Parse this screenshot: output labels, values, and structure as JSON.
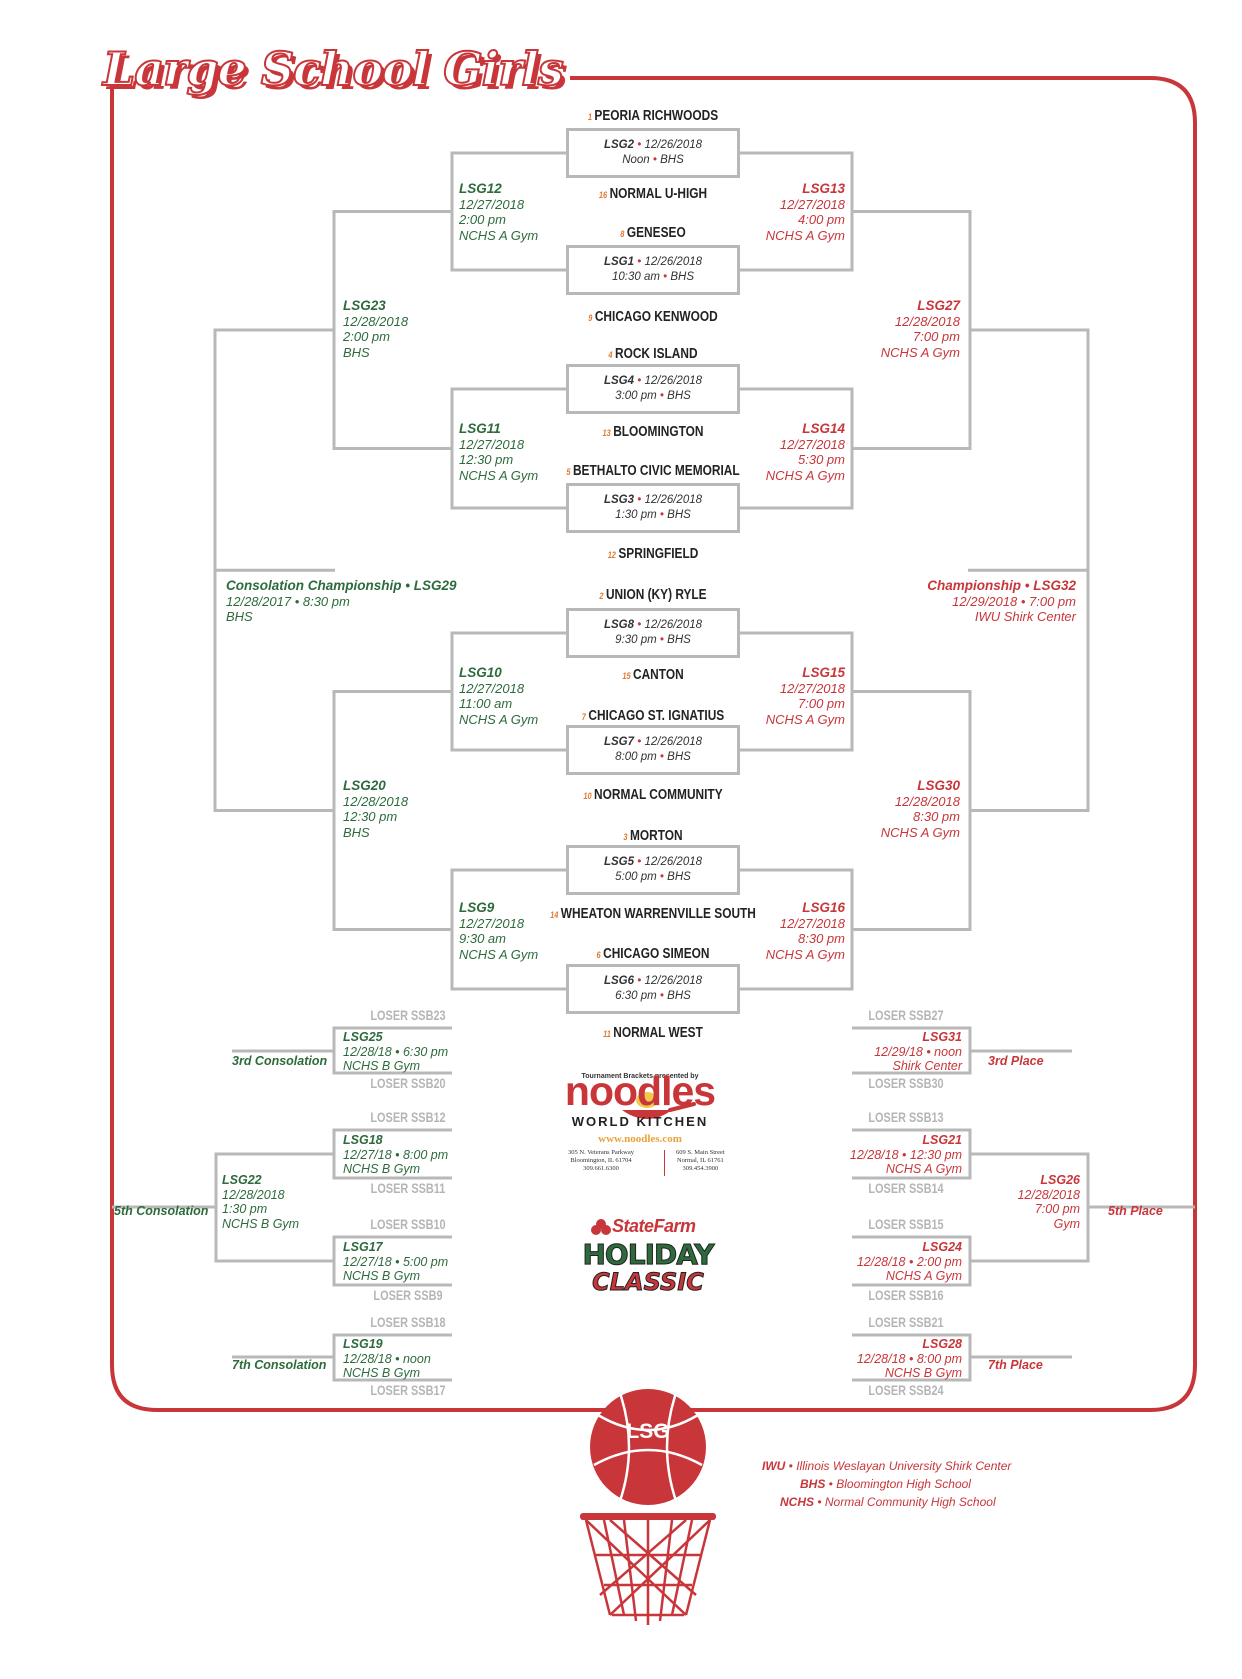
{
  "title": "Large School Girls",
  "first_round": [
    {
      "id": "LSG2",
      "date": "12/26/2018",
      "time": "Noon",
      "venue": "BHS",
      "top": {
        "seed": "1",
        "name": "PEORIA RICHWOODS"
      },
      "bottom": {
        "seed": "16",
        "name": "NORMAL U-HIGH"
      }
    },
    {
      "id": "LSG1",
      "date": "12/26/2018",
      "time": "10:30 am",
      "venue": "BHS",
      "top": {
        "seed": "8",
        "name": "GENESEO"
      },
      "bottom": {
        "seed": "9",
        "name": "CHICAGO KENWOOD"
      }
    },
    {
      "id": "LSG4",
      "date": "12/26/2018",
      "time": "3:00 pm",
      "venue": "BHS",
      "top": {
        "seed": "4",
        "name": "ROCK ISLAND"
      },
      "bottom": {
        "seed": "13",
        "name": "BLOOMINGTON"
      }
    },
    {
      "id": "LSG3",
      "date": "12/26/2018",
      "time": "1:30 pm",
      "venue": "BHS",
      "top": {
        "seed": "5",
        "name": "BETHALTO CIVIC MEMORIAL"
      },
      "bottom": {
        "seed": "12",
        "name": "SPRINGFIELD"
      }
    },
    {
      "id": "LSG8",
      "date": "12/26/2018",
      "time": "9:30 pm",
      "venue": "BHS",
      "top": {
        "seed": "2",
        "name": "UNION (KY) RYLE"
      },
      "bottom": {
        "seed": "15",
        "name": "CANTON"
      }
    },
    {
      "id": "LSG7",
      "date": "12/26/2018",
      "time": "8:00 pm",
      "venue": "BHS",
      "top": {
        "seed": "7",
        "name": "CHICAGO ST. IGNATIUS"
      },
      "bottom": {
        "seed": "10",
        "name": "NORMAL COMMUNITY"
      }
    },
    {
      "id": "LSG5",
      "date": "12/26/2018",
      "time": "5:00 pm",
      "venue": "BHS",
      "top": {
        "seed": "3",
        "name": "MORTON"
      },
      "bottom": {
        "seed": "14",
        "name": "WHEATON WARRENVILLE SOUTH"
      }
    },
    {
      "id": "LSG6",
      "date": "12/26/2018",
      "time": "6:30 pm",
      "venue": "BHS",
      "top": {
        "seed": "6",
        "name": "CHICAGO SIMEON"
      },
      "bottom": {
        "seed": "11",
        "name": "NORMAL WEST"
      }
    }
  ],
  "cons_qf": [
    {
      "id": "LSG12",
      "date": "12/27/2018",
      "time": "2:00 pm",
      "venue": "NCHS A Gym"
    },
    {
      "id": "LSG11",
      "date": "12/27/2018",
      "time": "12:30 pm",
      "venue": "NCHS A Gym"
    },
    {
      "id": "LSG10",
      "date": "12/27/2018",
      "time": "11:00 am",
      "venue": "NCHS A Gym"
    },
    {
      "id": "LSG9",
      "date": "12/27/2018",
      "time": "9:30 am",
      "venue": "NCHS A Gym"
    }
  ],
  "champ_qf": [
    {
      "id": "LSG13",
      "date": "12/27/2018",
      "time": "4:00 pm",
      "venue": "NCHS A Gym"
    },
    {
      "id": "LSG14",
      "date": "12/27/2018",
      "time": "5:30 pm",
      "venue": "NCHS A Gym"
    },
    {
      "id": "LSG15",
      "date": "12/27/2018",
      "time": "7:00 pm",
      "venue": "NCHS A Gym"
    },
    {
      "id": "LSG16",
      "date": "12/27/2018",
      "time": "8:30 pm",
      "venue": "NCHS A Gym"
    }
  ],
  "cons_sf": [
    {
      "id": "LSG23",
      "date": "12/28/2018",
      "time": "2:00 pm",
      "venue": "BHS"
    },
    {
      "id": "LSG20",
      "date": "12/28/2018",
      "time": "12:30 pm",
      "venue": "BHS"
    }
  ],
  "champ_sf": [
    {
      "id": "LSG27",
      "date": "12/28/2018",
      "time": "7:00 pm",
      "venue": "NCHS A Gym"
    },
    {
      "id": "LSG30",
      "date": "12/28/2018",
      "time": "8:30 pm",
      "venue": "NCHS A Gym"
    }
  ],
  "consolation_final": {
    "title": "Consolation Championship",
    "id": "LSG29",
    "date": "12/28/2017",
    "time": "8:30 pm",
    "venue": "BHS"
  },
  "championship": {
    "title": "Championship",
    "id": "LSG32",
    "date": "12/29/2018",
    "time": "7:00 pm",
    "venue": "IWU Shirk Center"
  },
  "lower_left": {
    "third_cons": {
      "label": "3rd Consolation",
      "game": {
        "id": "LSG25",
        "line1": "12/28/18 • 6:30 pm",
        "line2": "NCHS B Gym"
      },
      "top": "LOSER SSB23",
      "bottom": "LOSER SSB20"
    },
    "lsg18": {
      "id": "LSG18",
      "line1": "12/27/18 • 8:00 pm",
      "line2": "NCHS B Gym",
      "top": "LOSER SSB12",
      "bottom": "LOSER SSB11"
    },
    "lsg17": {
      "id": "LSG17",
      "line1": "12/27/18 • 5:00 pm",
      "line2": "NCHS B Gym",
      "top": "LOSER SSB10",
      "bottom": "LOSER SSB9"
    },
    "lsg22": {
      "label": "5th Consolation",
      "id": "LSG22",
      "date": "12/28/2018",
      "time": "1:30 pm",
      "venue": "NCHS B Gym"
    },
    "seventh_cons": {
      "label": "7th Consolation",
      "game": {
        "id": "LSG19",
        "line1": "12/28/18 • noon",
        "line2": "NCHS B Gym"
      },
      "top": "LOSER SSB18",
      "bottom": "LOSER SSB17"
    }
  },
  "lower_right": {
    "third_place": {
      "label": "3rd Place",
      "game": {
        "id": "LSG31",
        "line1": "12/29/18 • noon",
        "line2": "Shirk Center"
      },
      "top": "LOSER SSB27",
      "bottom": "LOSER SSB30"
    },
    "lsg21": {
      "id": "LSG21",
      "line1": "12/28/18 • 12:30 pm",
      "line2": "NCHS A Gym",
      "top": "LOSER SSB13",
      "bottom": "LOSER SSB14"
    },
    "lsg24": {
      "id": "LSG24",
      "line1": "12/28/18 • 2:00 pm",
      "line2": "NCHS A Gym",
      "top": "LOSER SSB15",
      "bottom": "LOSER SSB16"
    },
    "lsg26": {
      "label": "5th Place",
      "id": "LSG26",
      "date": "12/28/2018",
      "time": "7:00 pm",
      "venue": "Gym"
    },
    "seventh_place": {
      "label": "7th Place",
      "game": {
        "id": "LSG28",
        "line1": "12/28/18 • 8:00 pm",
        "line2": "NCHS B Gym"
      },
      "top": "LOSER SSB21",
      "bottom": "LOSER SSB24"
    }
  },
  "sponsor": {
    "presented_by": "Tournament Brackets presented by",
    "brand": "noodles",
    "tagline": "WORLD KITCHEN",
    "website": "www.noodles.com",
    "address_left": [
      "305 N. Veterans Parkway",
      "Bloomington, IL 61704",
      "309.661.6300"
    ],
    "address_right": [
      "609 S. Main Street",
      "Normal, IL 61761",
      "309.454.3900"
    ],
    "statefarm": "StateFarm",
    "holiday": "HOLIDAY",
    "classic": "CLASSIC"
  },
  "ball_label": "LSG",
  "legend": [
    {
      "abbr": "IWU",
      "text": "Illinois Weslayan University Shirk Center"
    },
    {
      "abbr": "BHS",
      "text": "Bloomington High School"
    },
    {
      "abbr": "NCHS",
      "text": "Normal Community High School"
    }
  ],
  "colors": {
    "red": "#c8363a",
    "green": "#2d6b3c",
    "line": "#b8b8b8",
    "seed": "#e07a30"
  }
}
